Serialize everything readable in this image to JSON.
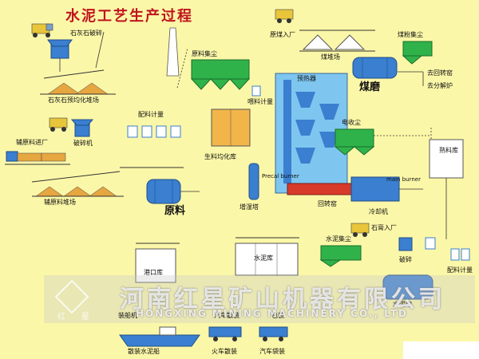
{
  "title": "水泥工艺生产过程",
  "labels": {
    "limestone_crush": "石灰石破碎",
    "limestone_prehomo": "石灰石预均化堆场",
    "aux_in": "辅原料进厂",
    "crusher": "破碎机",
    "aux_yard": "辅原料堆场",
    "batching": "配料计量",
    "raw_collector": "原料集尘",
    "raw_homo": "生料均化库",
    "raw_mill": "原料",
    "humid_tower": "增湿塔",
    "feed_meter": "喂料计量",
    "preheater": "预热器",
    "precal_burner": "Precal burner",
    "raw_coal_in": "原煤入厂",
    "coal_yard": "煤堆场",
    "coal_collector": "煤粉集尘",
    "coal_mill": "煤磨",
    "to_kiln": "去回转窑",
    "to_calciner": "去分解炉",
    "electrostatic": "电收尘",
    "kiln": "回转窑",
    "main_burner": "main burner",
    "cooler": "冷却机",
    "clinker_silo": "熟料库",
    "gypsum_in": "石膏入厂",
    "crush": "破碎",
    "cement_collector": "水泥集尘",
    "cement_silo": "水泥库",
    "cement_mill": "水泥磨",
    "batching_meter": "配料计量",
    "port_silo": "港口库",
    "loader": "装船机",
    "bulk_ship": "散装水泥船",
    "truck_bulk": "汽车散装",
    "bag": "包装",
    "train_bulk": "火车散装",
    "truck_bag": "汽车袋装"
  },
  "watermark": {
    "company": "河南红星矿山机器有限公司",
    "company_en": "HONGXING MINING MACHINERY CO., LTD",
    "logo_text_1": "红",
    "logo_text_2": "星"
  },
  "colors": {
    "background": "#fbf7a8",
    "title": "#c0141e",
    "equipment_blue": "#3a7fd0",
    "collector_green": "#2fb24a",
    "kiln_red": "#d83a2a",
    "homo_orange": "#f2b54a"
  }
}
